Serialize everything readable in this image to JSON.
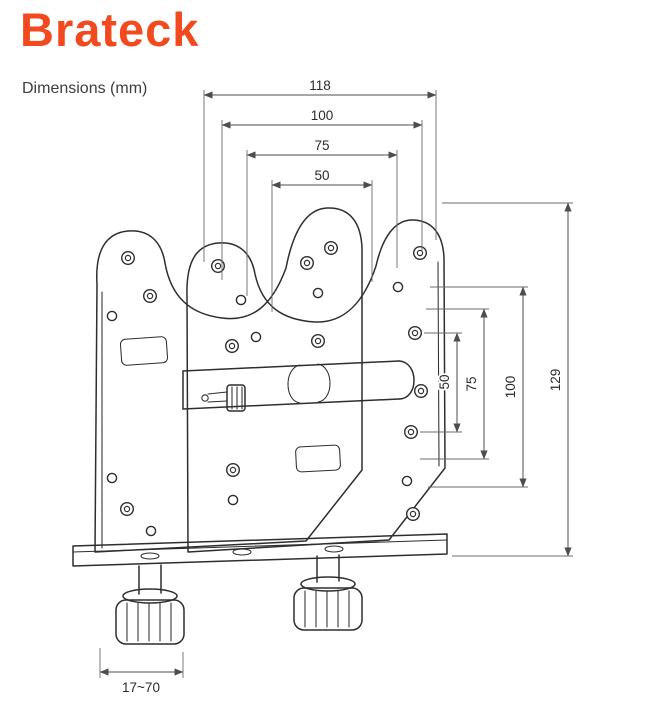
{
  "brand": {
    "logo": "Brateck",
    "color": "#F3491F"
  },
  "title": "Dimensions (mm)",
  "drawing_colors": {
    "outline": "#2e2e2e",
    "dimension_lines": "#4d4d4d"
  },
  "dims": {
    "top": [
      "118",
      "100",
      "75",
      "50"
    ],
    "right": [
      "50",
      "75",
      "100",
      "129"
    ],
    "bottom": [
      "17~70"
    ]
  }
}
